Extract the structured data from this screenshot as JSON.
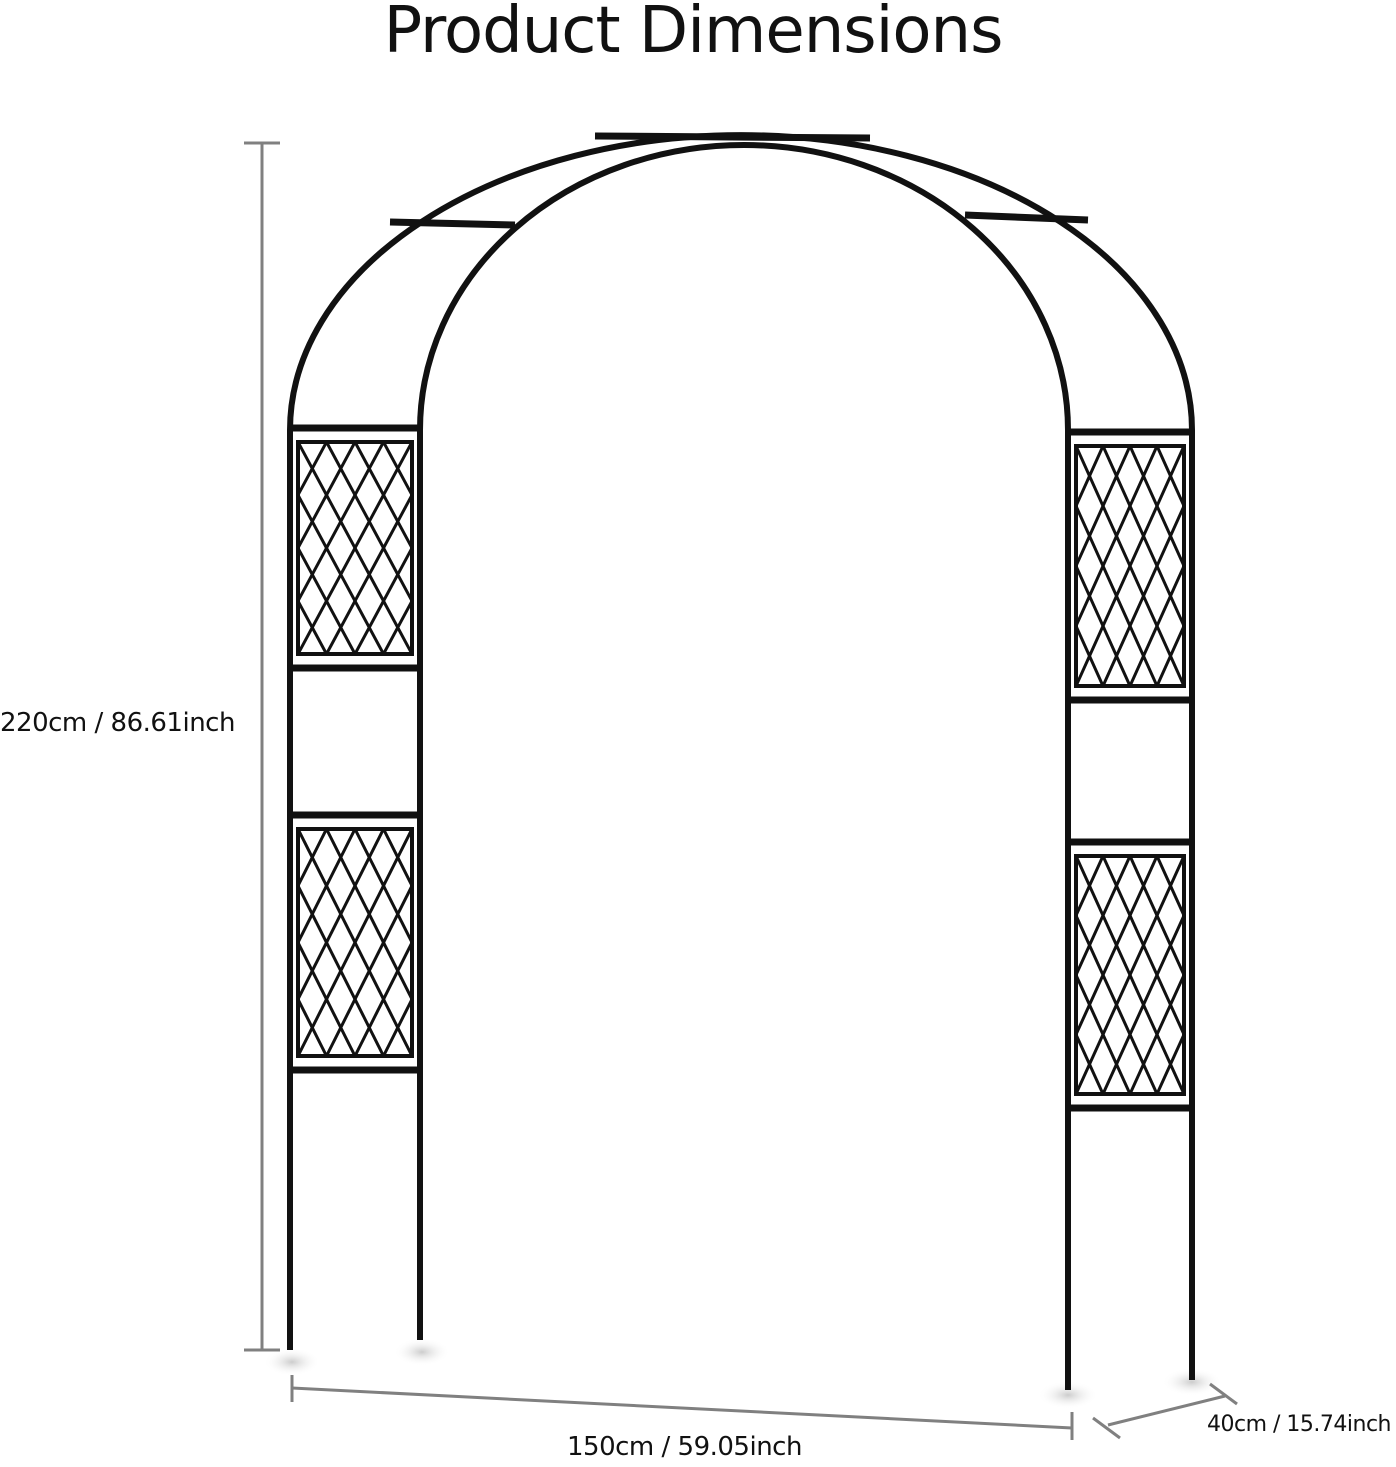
{
  "title": "Product Dimensions",
  "dimensions": {
    "height": "220cm / 86.61inch",
    "width": "150cm / 59.05inch",
    "depth": "40cm / 15.74inch"
  },
  "colors": {
    "frame": "#111111",
    "dimension_line": "#808080"
  }
}
